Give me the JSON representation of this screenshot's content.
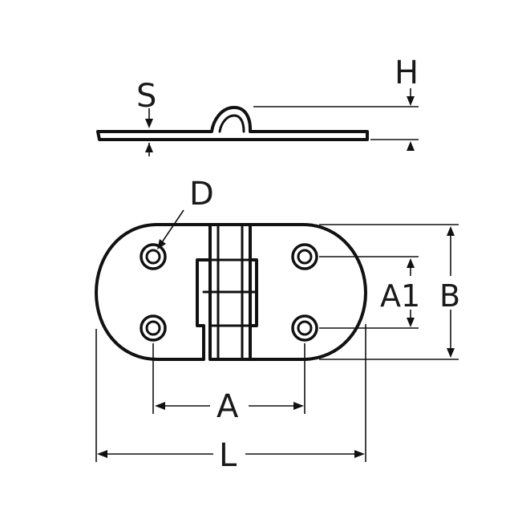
{
  "labels": {
    "S": "S",
    "H": "H",
    "D": "D",
    "A": "A",
    "A1": "A1",
    "B": "B",
    "L": "L"
  }
}
